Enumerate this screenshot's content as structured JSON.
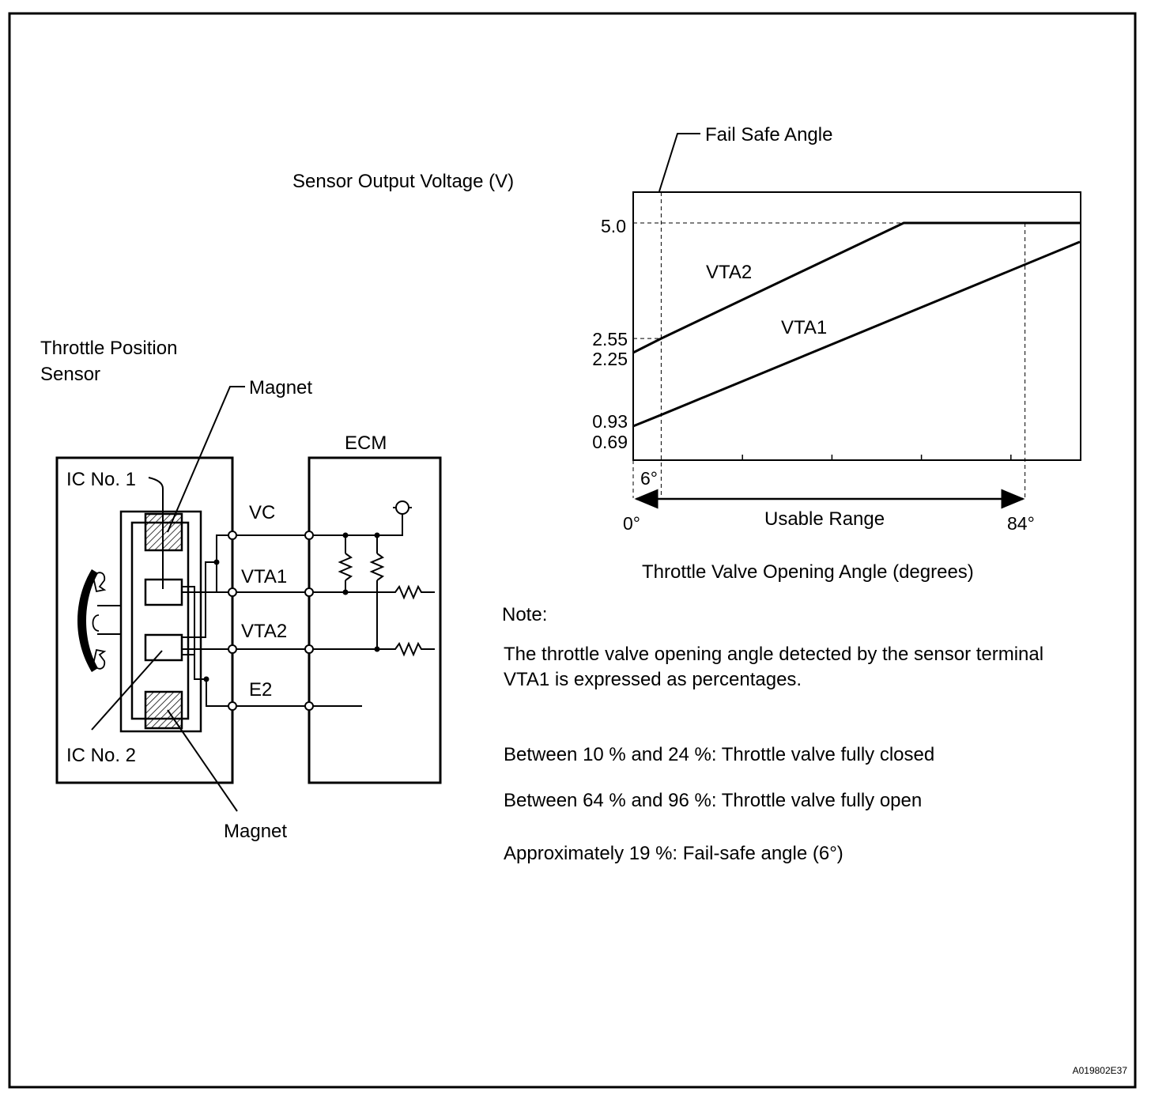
{
  "circuit": {
    "sensor_title_line1": "Throttle Position",
    "sensor_title_line2": "Sensor",
    "magnet_top": "Magnet",
    "magnet_bottom": "Magnet",
    "ic1": "IC No. 1",
    "ic2": "IC No. 2",
    "ecm": "ECM",
    "terminal_vc": "VC",
    "terminal_vta1": "VTA1",
    "terminal_vta2": "VTA2",
    "terminal_e2": "E2"
  },
  "graph": {
    "ylabel": "Sensor Output Voltage (V)",
    "fail_safe_label": "Fail Safe Angle",
    "series_vta2": "VTA2",
    "series_vta1": "VTA1",
    "ytick_50": "5.0",
    "ytick_255": "2.55",
    "ytick_225": "2.25",
    "ytick_093": "0.93",
    "ytick_069": "0.69",
    "xtick_6": "6°",
    "xtick_0": "0°",
    "xtick_84": "84°",
    "range_label": "Usable Range",
    "xlabel": "Throttle Valve Opening Angle (degrees)"
  },
  "chart_data": {
    "type": "line",
    "ylabel": "Sensor Output Voltage (V)",
    "xlabel": "Throttle Valve Opening Angle (degrees)",
    "series": [
      {
        "name": "VTA2",
        "x": [
          0,
          6,
          58,
          96
        ],
        "y": [
          2.25,
          2.55,
          5.0,
          5.0
        ]
      },
      {
        "name": "VTA1",
        "x": [
          0,
          6,
          96
        ],
        "y": [
          0.69,
          0.93,
          4.6
        ]
      }
    ],
    "annotations": [
      "Fail Safe Angle",
      "Usable Range",
      "6°",
      "0°",
      "84°"
    ]
  },
  "notes": {
    "heading": "Note:",
    "line1": "The throttle valve opening angle detected by the sensor terminal",
    "line2": "VTA1 is expressed as percentages.",
    "item1": "Between 10 % and 24 %: Throttle valve fully closed",
    "item2": "Between 64 % and 96 %: Throttle valve fully open",
    "item3": "Approximately 19 %: Fail-safe angle (6°)"
  },
  "figure_code": "A019802E37"
}
